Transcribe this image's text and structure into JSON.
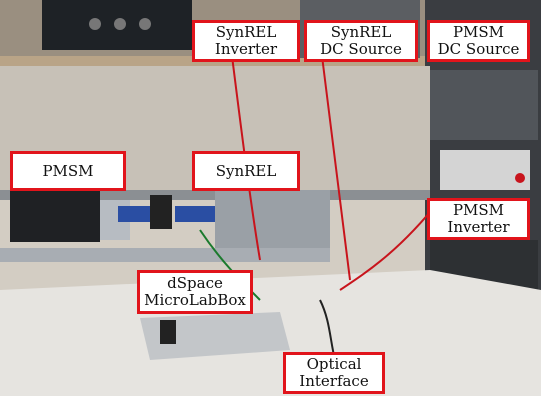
{
  "labels": {
    "synrel_inverter": [
      "SynREL",
      "Inverter"
    ],
    "synrel_dc_source": [
      "SynREL",
      "DC Source"
    ],
    "pmsm_dc_source": [
      "PMSM",
      "DC Source"
    ],
    "pmsm": [
      "PMSM"
    ],
    "synrel": [
      "SynREL"
    ],
    "pmsm_inverter": [
      "PMSM",
      "Inverter"
    ],
    "dspace": [
      "dSpace",
      "MicroLabBox"
    ],
    "optical_interface": [
      "Optical",
      "Interface"
    ]
  },
  "colors": {
    "label_border": "#e1141b",
    "label_fill": "#ffffff",
    "wall": "#d6d0c7",
    "floor": "#e8e6e2",
    "rack": "#3c3f43",
    "cable_red": "#c8141c"
  }
}
